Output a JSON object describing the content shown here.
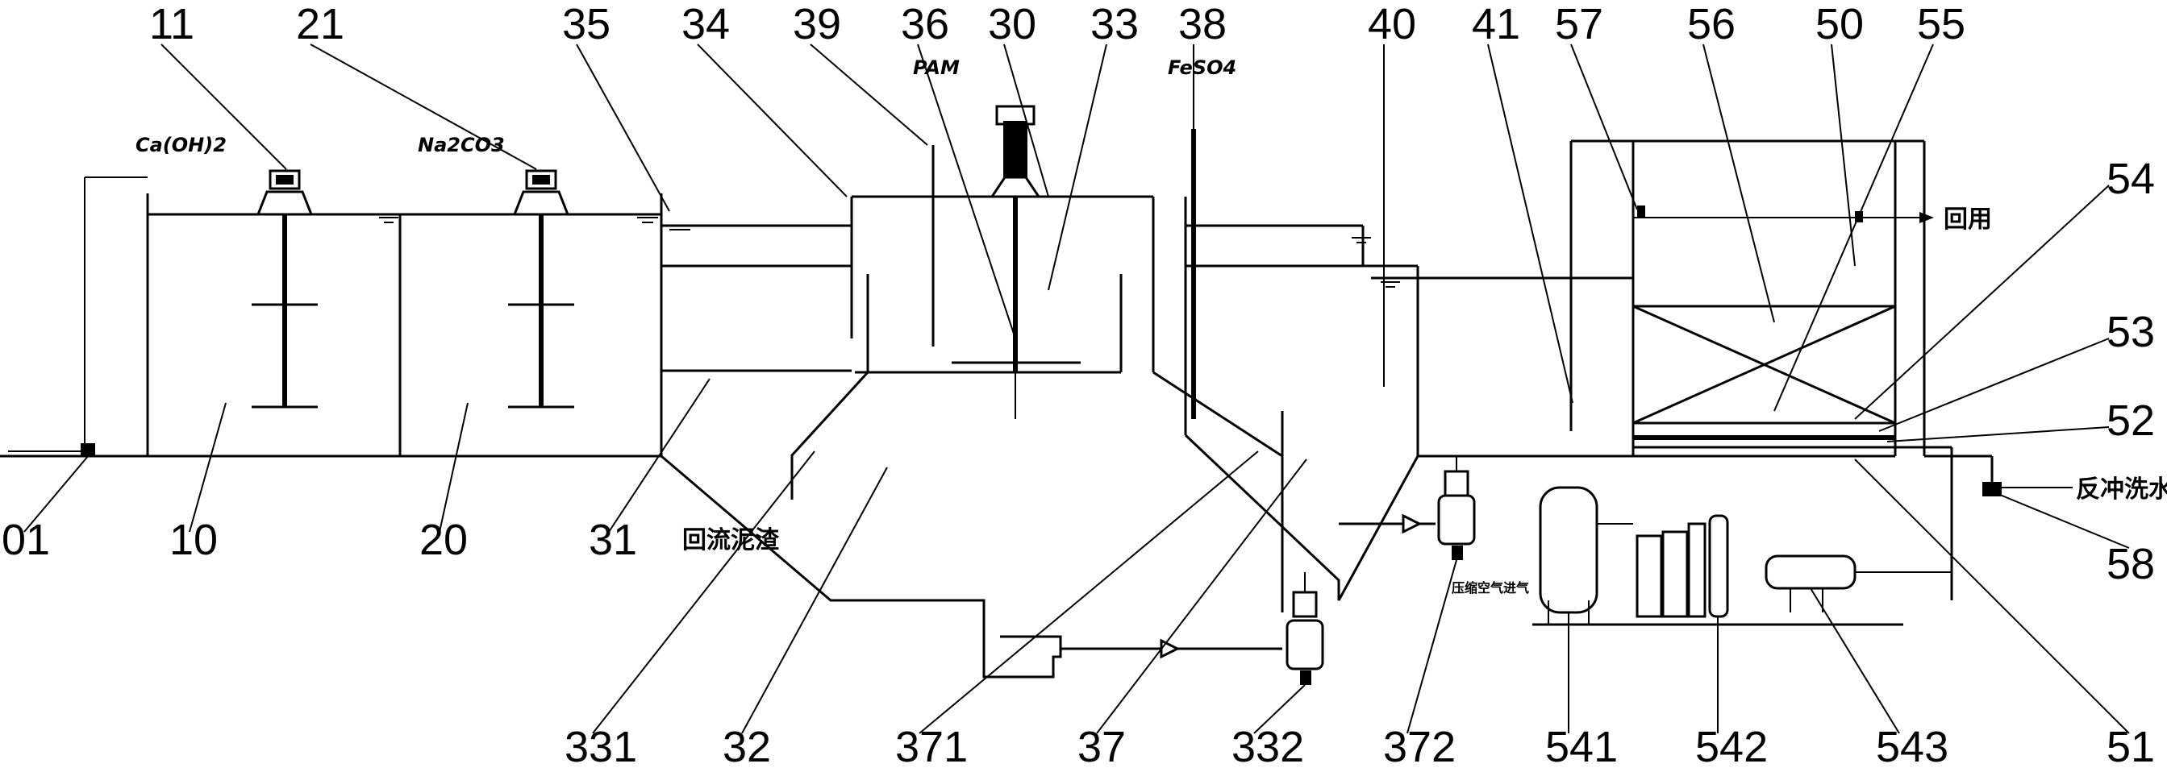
{
  "chemicals": {
    "lime": "Ca(OH)2",
    "soda": "Na2CO3",
    "pam": "PAM",
    "ferrous": "FeSO4"
  },
  "notes": {
    "reuse": "回用",
    "sludge_return": "回流泥渣",
    "backwash": "反冲洗水",
    "compressed_air": "压缩空气进气"
  },
  "reference_numerals": {
    "top": [
      "11",
      "21",
      "35",
      "34",
      "39",
      "36",
      "30",
      "33",
      "38",
      "40",
      "41",
      "57",
      "56",
      "50",
      "55"
    ],
    "right": [
      "54",
      "53",
      "52"
    ],
    "bottom": [
      "01",
      "10",
      "20",
      "31",
      "331",
      "32",
      "371",
      "37",
      "332",
      "372",
      "541",
      "542",
      "543",
      "51",
      "58"
    ]
  }
}
